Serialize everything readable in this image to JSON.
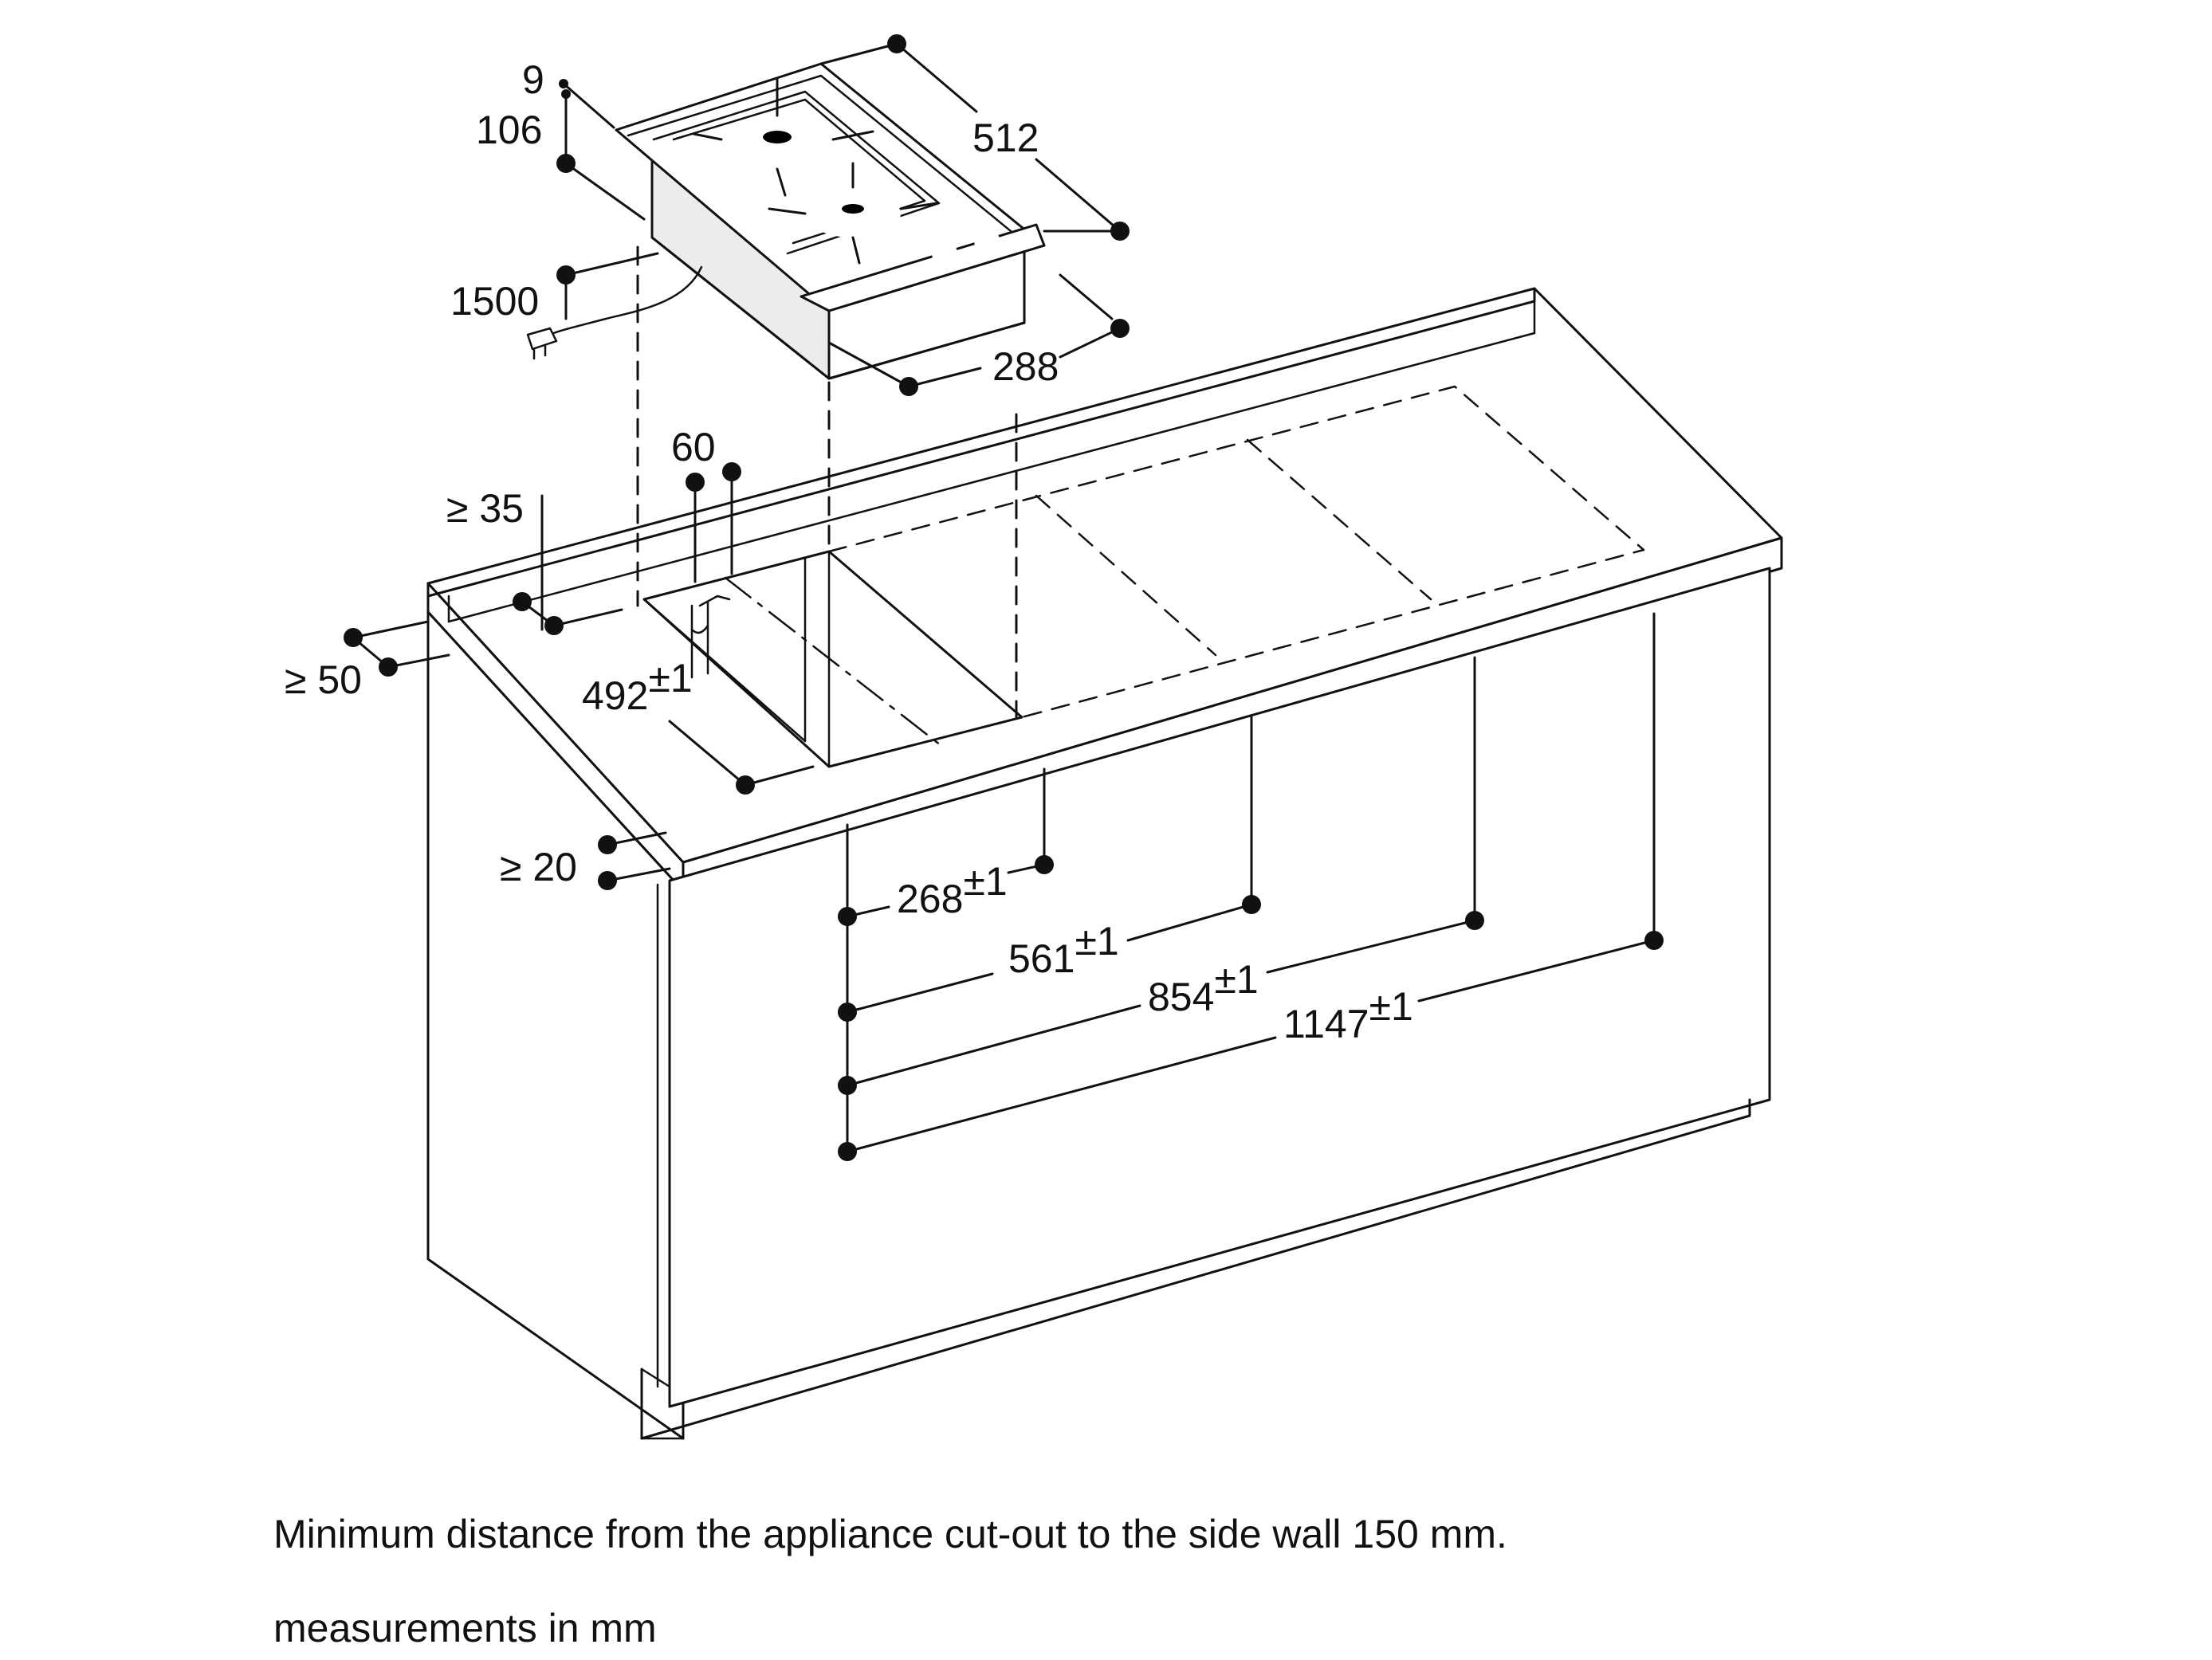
{
  "dimensions": {
    "d9": "9",
    "d106": "106",
    "d512": "512",
    "d1500": "1500",
    "d288": "288",
    "d60": "60",
    "ge35": "≥ 35",
    "ge50": "≥ 50",
    "ge20": "≥ 20",
    "d492": {
      "value": "492",
      "tolerance": "±1"
    },
    "d268": {
      "value": "268",
      "tolerance": "±1"
    },
    "d561": {
      "value": "561",
      "tolerance": "±1"
    },
    "d854": {
      "value": "854",
      "tolerance": "±1"
    },
    "d1147": {
      "value": "1147",
      "tolerance": "±1"
    }
  },
  "notes": {
    "min_distance": "Minimum distance from the appliance cut-out to the side wall 150 mm.",
    "units": "measurements in mm"
  },
  "colors": {
    "line": "#111111",
    "background": "#ffffff",
    "appliance_side": "#ececec"
  }
}
